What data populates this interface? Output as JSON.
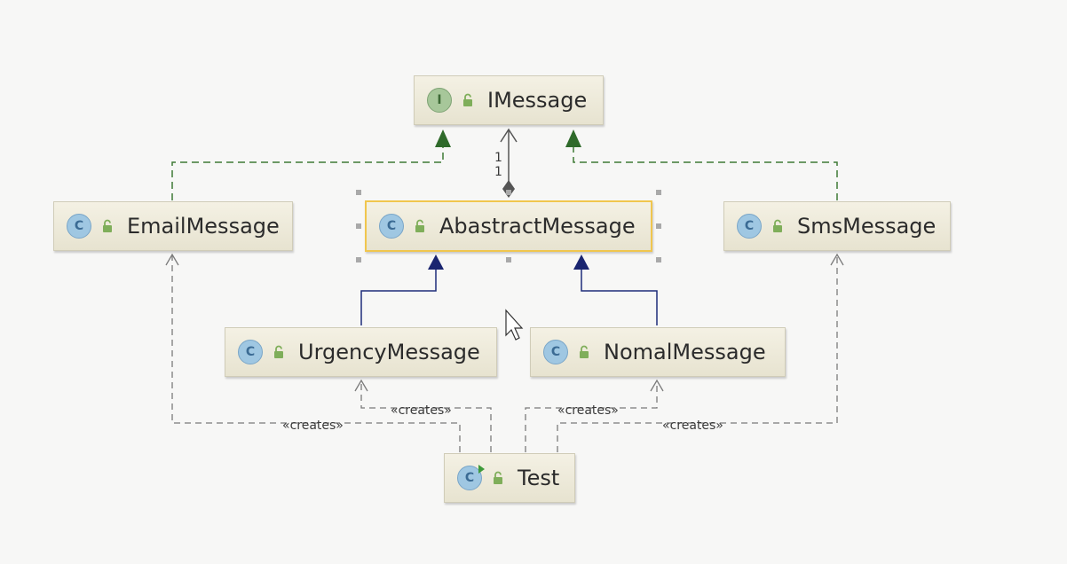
{
  "nodes": {
    "imessage": {
      "label": "IMessage",
      "kind": "I"
    },
    "email": {
      "label": "EmailMessage",
      "kind": "C"
    },
    "abstract": {
      "label": "AbastractMessage",
      "kind": "C"
    },
    "sms": {
      "label": "SmsMessage",
      "kind": "C"
    },
    "urgency": {
      "label": "UrgencyMessage",
      "kind": "C"
    },
    "nomal": {
      "label": "NomalMessage",
      "kind": "C"
    },
    "test": {
      "label": "Test",
      "kind": "C"
    }
  },
  "edge_labels": {
    "creates": "«creates»",
    "multiplicity_top": "1",
    "multiplicity_bottom": "1"
  },
  "colors": {
    "realization": "#3f6f34",
    "inheritance": "#1f2d7a",
    "dependency": "#7a7a7a",
    "selection": "#f0c64e"
  }
}
